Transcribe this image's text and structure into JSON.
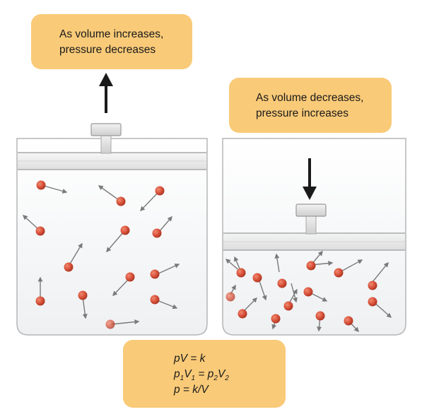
{
  "callouts": {
    "left": {
      "line1": "As volume increases,",
      "line2": "pressure decreases"
    },
    "right": {
      "line1": "As volume decreases,",
      "line2": "pressure increases"
    }
  },
  "formulas": {
    "line1": "pV = k",
    "line2_p1": "p",
    "line2_s1": "1",
    "line2_v1": "V",
    "line2_s2": "1",
    "line2_eq": " = ",
    "line2_p2": "p",
    "line2_s3": "2",
    "line2_v2": "V",
    "line2_s4": "2",
    "line3": "p = k/V"
  },
  "colors": {
    "callout_fill": "#f9ca78",
    "particle": "#d9533c",
    "arrow": "#7a7a7a",
    "container_border": "#b5b5b5",
    "push_arrow": "#1a1a1a"
  }
}
